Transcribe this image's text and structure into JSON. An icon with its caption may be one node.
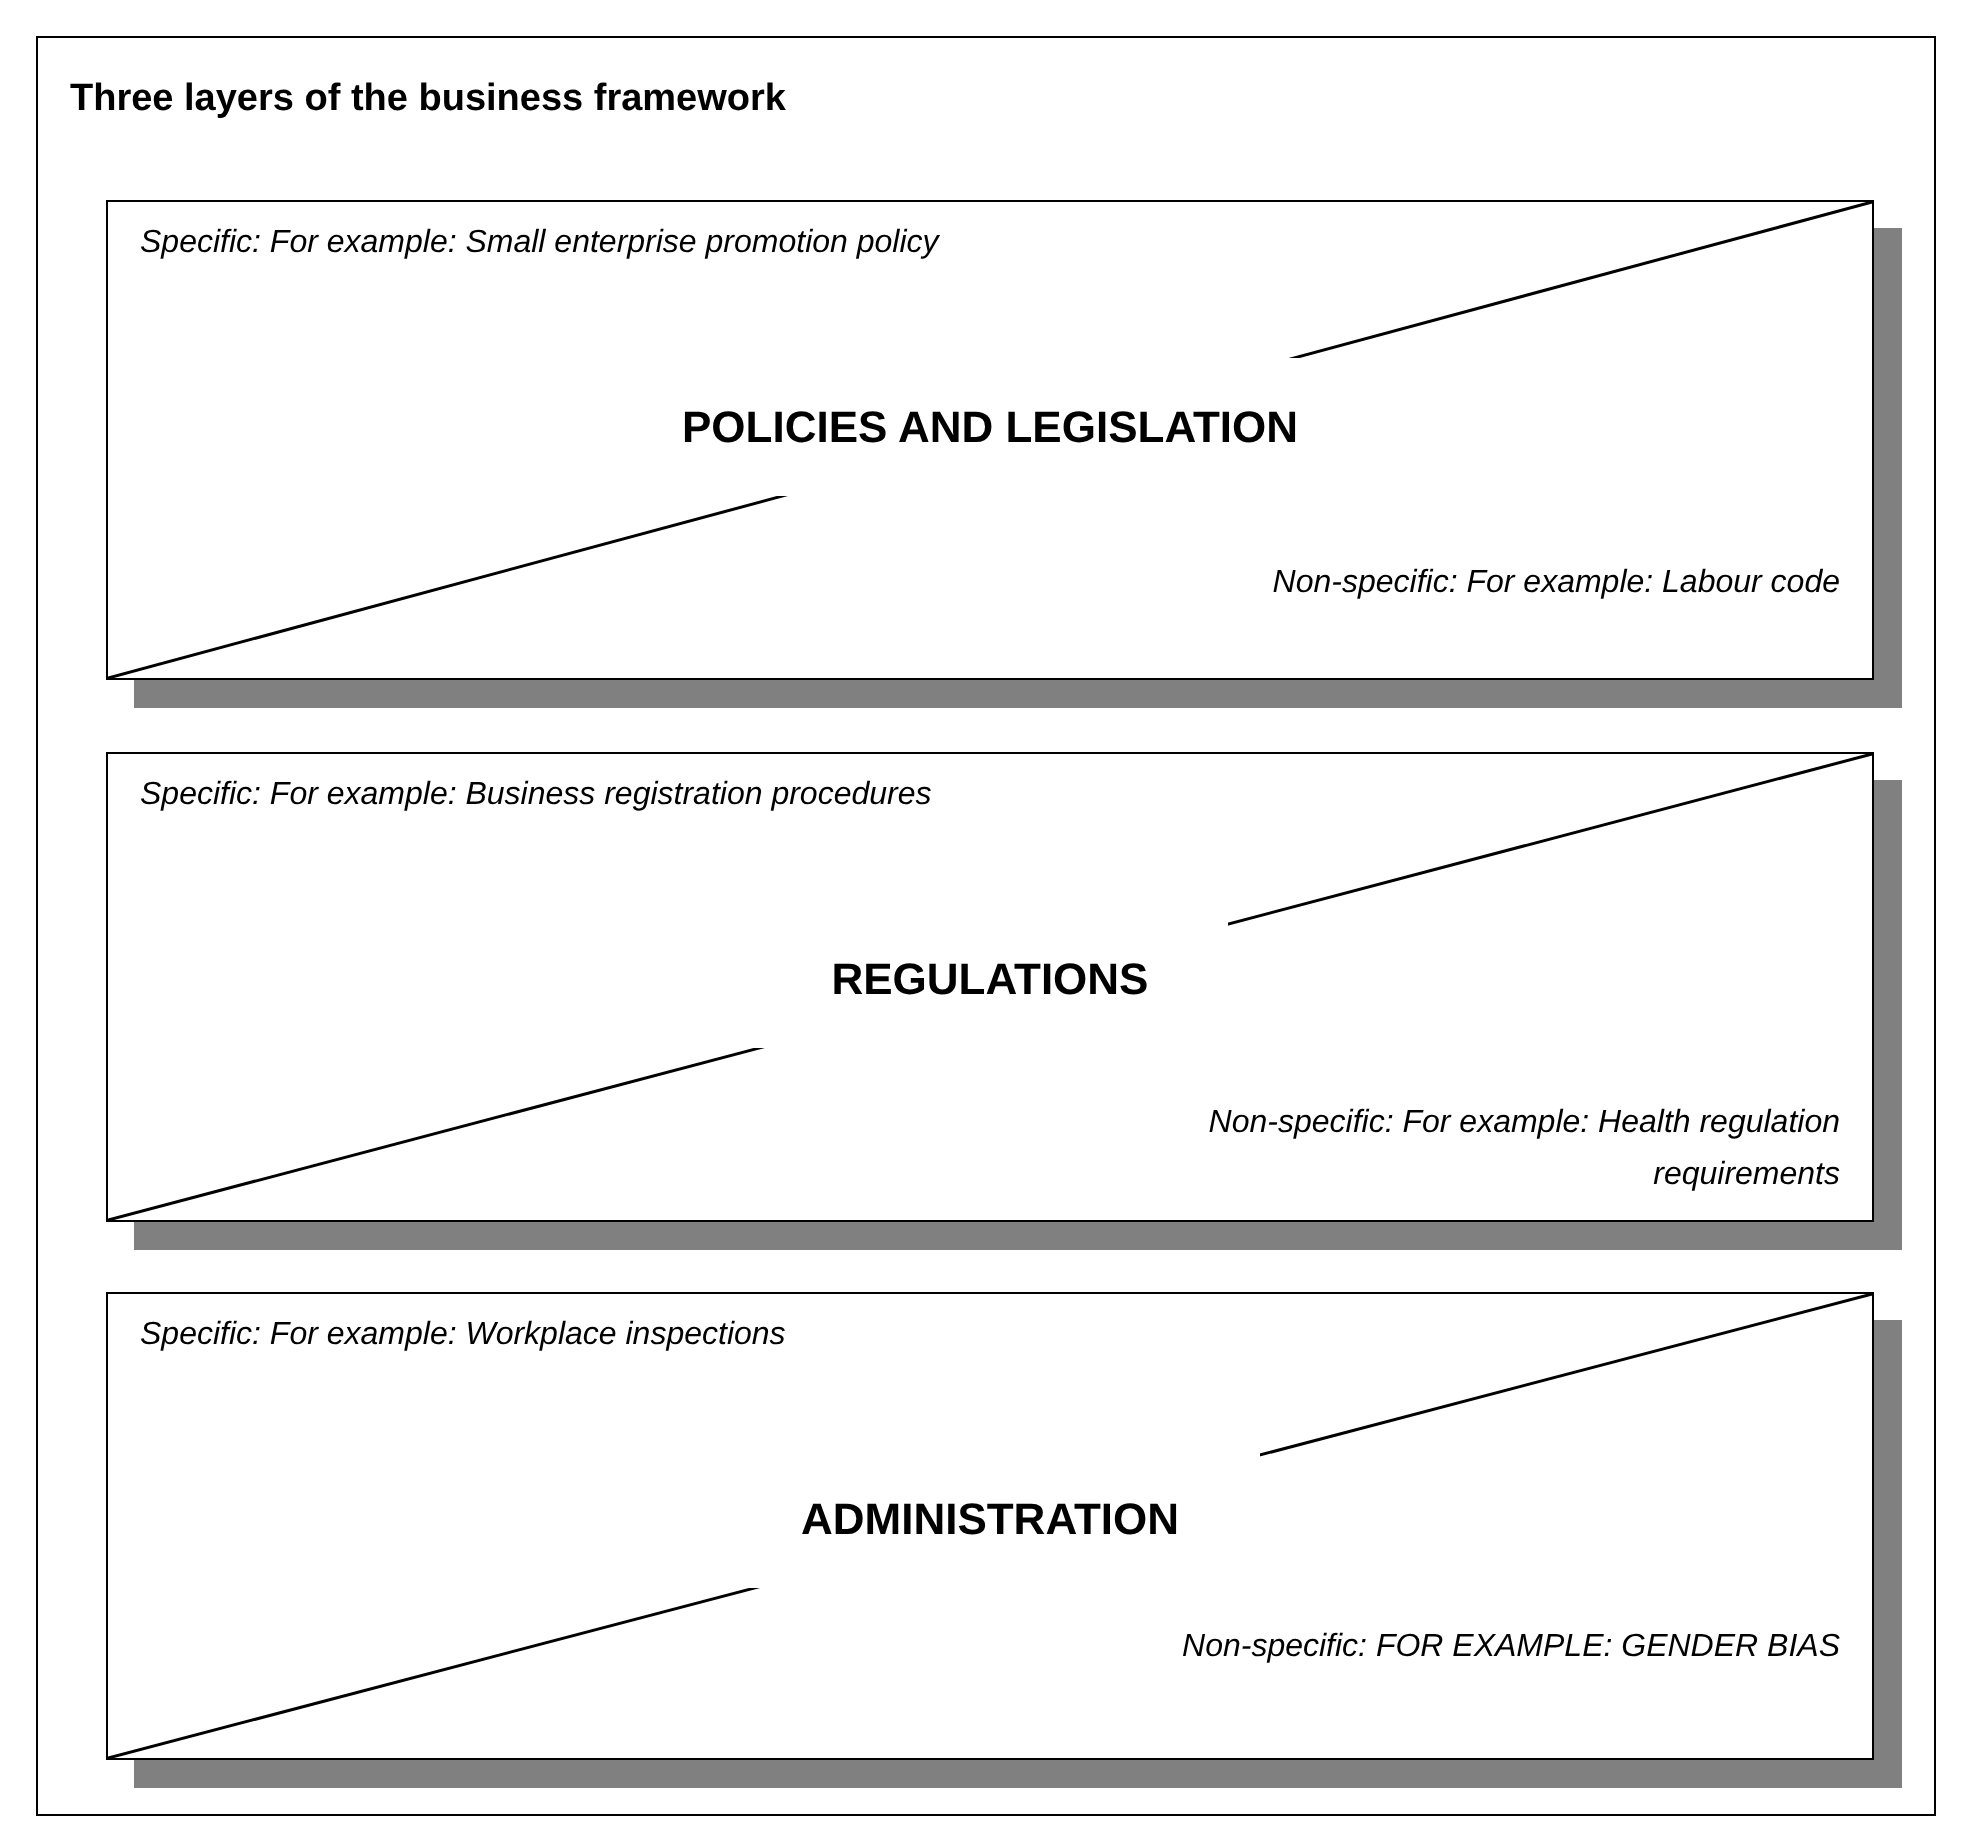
{
  "diagram": {
    "title": "Three layers of the business framework",
    "nodes": [
      {
        "text": [
          "Specific: For example: Small enterprise promotion policy",
          "POLICIES AND LEGISLATION",
          "Non-specific: For example: Labour code"
        ]
      },
      {
        "text": [
          "Specific: For example: Business registration procedures",
          "REGULATIONS",
          "Non-specific: For example: Health regulation requirements"
        ]
      },
      {
        "text": [
          "Specific: For example: Workplace inspections",
          "ADMINISTRATION",
          "Non-specific: FOR EXAMPLE: GENDER BIAS"
        ]
      }
    ]
  }
}
